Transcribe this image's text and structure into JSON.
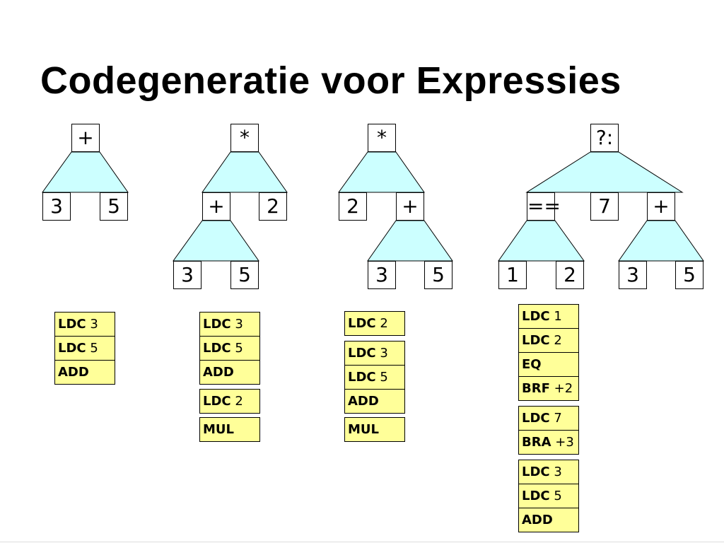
{
  "slide": {
    "title": "Codegeneratie voor Expressies"
  },
  "colors": {
    "triangle_fill": "#ccffff",
    "code_fill": "#ffff99"
  },
  "trees": [
    {
      "nodes": [
        "+",
        "3",
        "5"
      ]
    },
    {
      "nodes": [
        "*",
        "+",
        "2",
        "3",
        "5"
      ]
    },
    {
      "nodes": [
        "*",
        "2",
        "+",
        "3",
        "5"
      ]
    },
    {
      "nodes": [
        "?:",
        "==",
        "7",
        "+",
        "1",
        "2",
        "3",
        "5"
      ]
    }
  ],
  "code": [
    [
      [
        {
          "op": "LDC",
          "arg": "3"
        },
        {
          "op": "LDC",
          "arg": "5"
        },
        {
          "op": "ADD",
          "arg": ""
        }
      ]
    ],
    [
      [
        {
          "op": "LDC",
          "arg": "3"
        },
        {
          "op": "LDC",
          "arg": "5"
        },
        {
          "op": "ADD",
          "arg": ""
        }
      ],
      [
        {
          "op": "LDC",
          "arg": "2"
        }
      ],
      [
        {
          "op": "MUL",
          "arg": ""
        }
      ]
    ],
    [
      [
        {
          "op": "LDC",
          "arg": "2"
        }
      ],
      [
        {
          "op": "LDC",
          "arg": "3"
        },
        {
          "op": "LDC",
          "arg": "5"
        },
        {
          "op": "ADD",
          "arg": ""
        }
      ],
      [
        {
          "op": "MUL",
          "arg": ""
        }
      ]
    ],
    [
      [
        {
          "op": "LDC",
          "arg": "1"
        },
        {
          "op": "LDC",
          "arg": "2"
        },
        {
          "op": "EQ",
          "arg": ""
        },
        {
          "op": "BRF",
          "arg": "+2"
        }
      ],
      [
        {
          "op": "LDC",
          "arg": "7"
        },
        {
          "op": "BRA",
          "arg": "+3"
        }
      ],
      [
        {
          "op": "LDC",
          "arg": "3"
        },
        {
          "op": "LDC",
          "arg": "5"
        },
        {
          "op": "ADD",
          "arg": ""
        }
      ]
    ]
  ]
}
